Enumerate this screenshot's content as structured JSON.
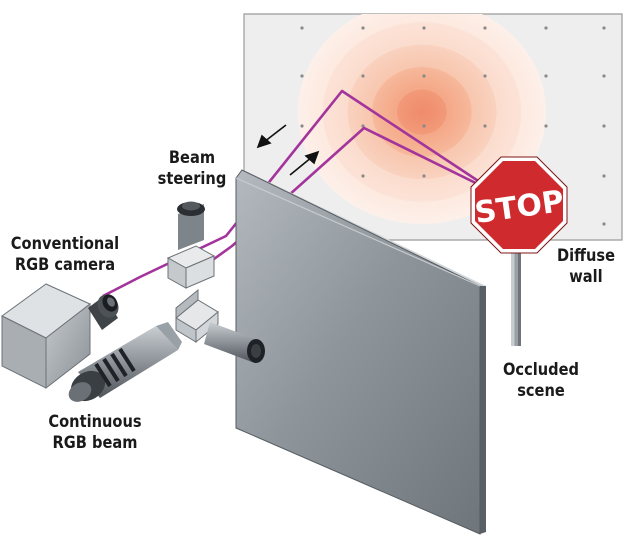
{
  "labels": {
    "beam_steering": [
      "Beam",
      "steering"
    ],
    "conventional_camera": [
      "Conventional",
      "RGB camera"
    ],
    "continuous_beam": [
      "Continuous",
      "RGB beam"
    ],
    "diffuse_wall": [
      "Diffuse",
      "wall"
    ],
    "occluded_scene": [
      "Occluded",
      "scene"
    ]
  },
  "stop_sign": {
    "text": "STOP"
  },
  "colors": {
    "laser_path": "#a3349c",
    "stop_sign": "#cf2a2e",
    "light_spot": "#f3a884",
    "occluding_panel": "#8c9399",
    "wall": "#efeeee"
  },
  "icons": [
    "camera-icon",
    "laser-icon",
    "mirror-icon",
    "stop-sign-icon",
    "arrow-icon"
  ]
}
